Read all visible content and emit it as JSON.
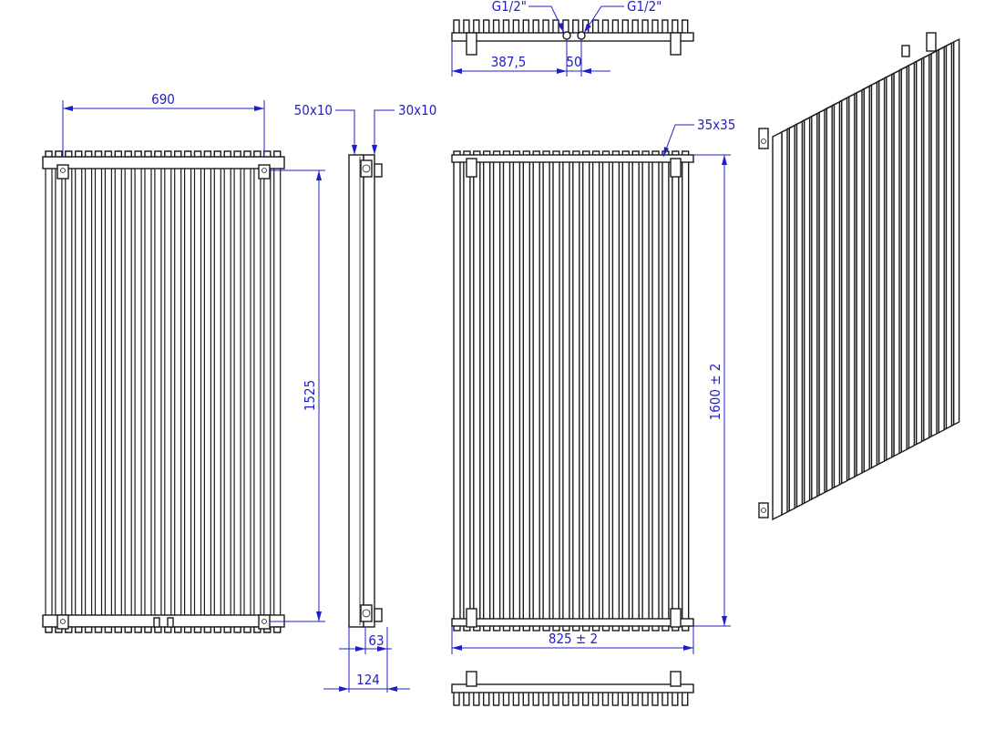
{
  "dimensions": {
    "front_width": "690",
    "front_height": "1525",
    "side_depth_front_bar": "50x10",
    "side_depth_rear_bar": "30x10",
    "side_wall_offset": "63",
    "side_total_depth": "124",
    "rear_tube_profile": "35x35",
    "rear_height": "1600 ± 2",
    "rear_width": "825 ± 2",
    "top_left_offset": "387,5",
    "top_connection_spacing": "50",
    "top_connection_left": "G1/2\"",
    "top_connection_right": "G1/2\""
  },
  "colors": {
    "dimension": "#1f1fc8",
    "outline": "#1b1b1b",
    "background": "#ffffff"
  }
}
